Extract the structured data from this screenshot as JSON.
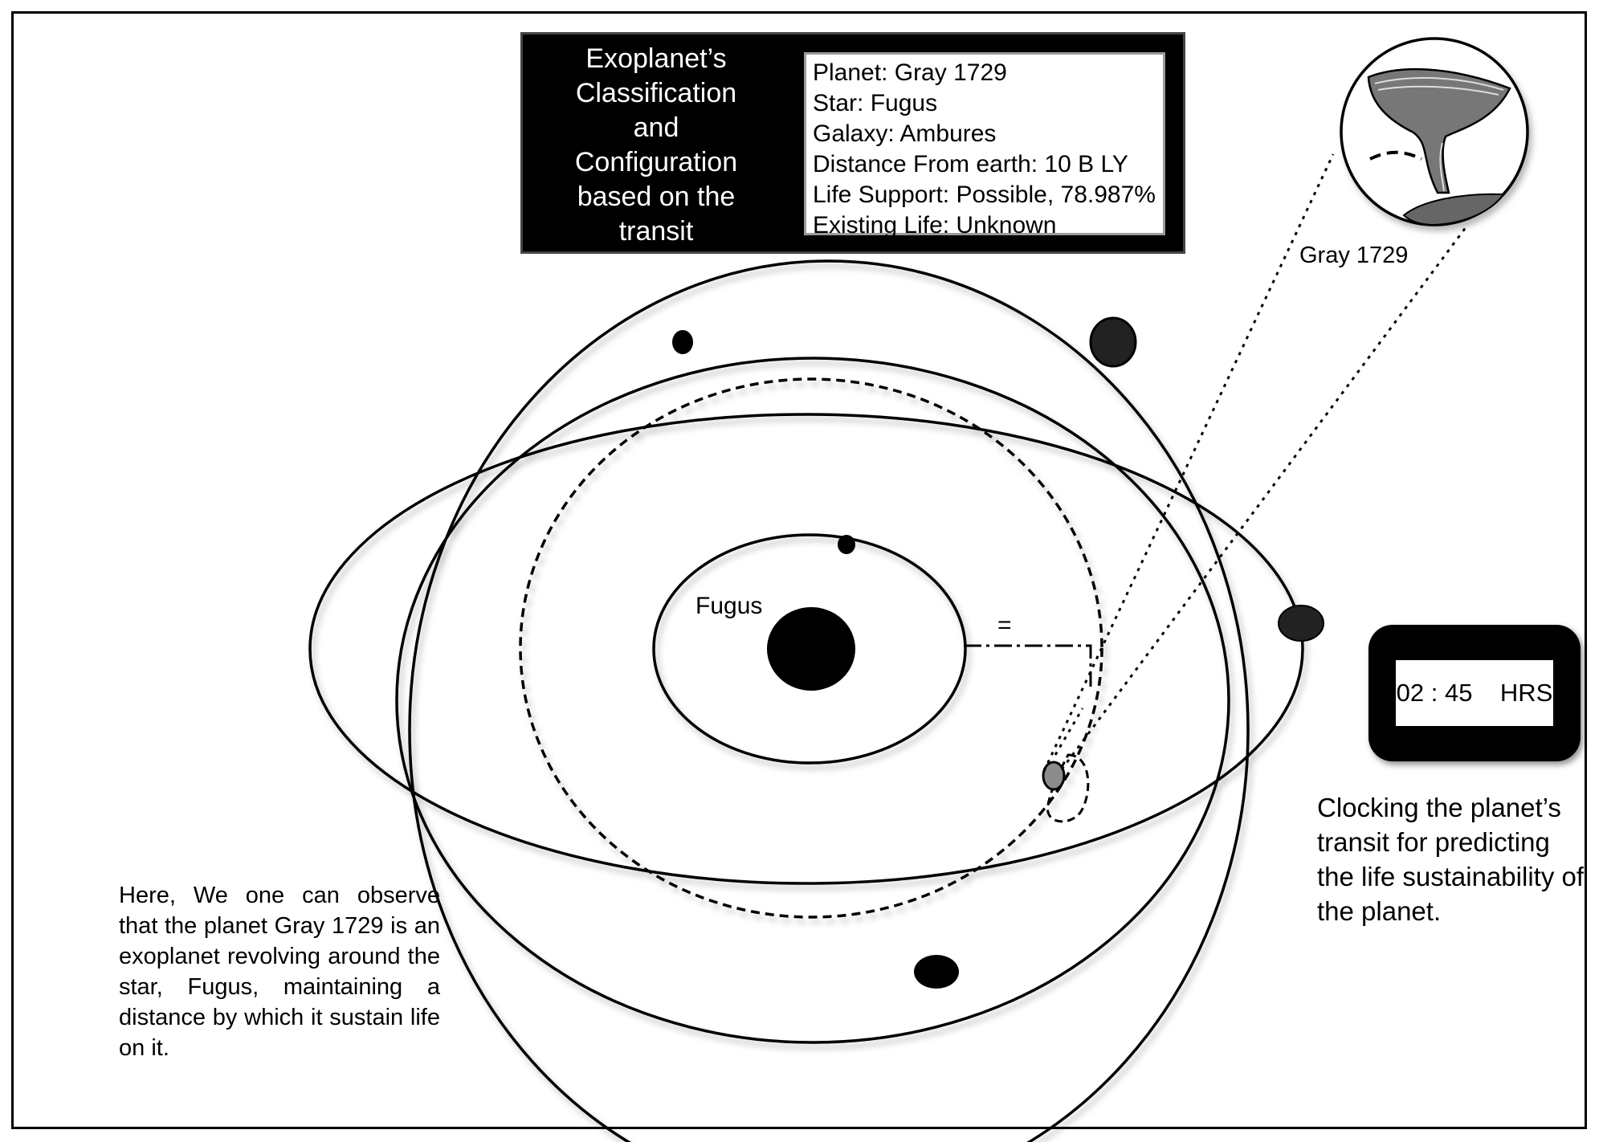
{
  "info_box": {
    "title": "Exoplanet’s\nClassification\nand\nConfiguration\nbased on the\ntransit",
    "rows": [
      "Planet: Gray 1729",
      "Star: Fugus",
      "Galaxy: Ambures",
      "Distance From earth: 10 B LY",
      "Life Support: Possible, 78.987%",
      "Existing Life: Unknown"
    ]
  },
  "labels": {
    "star": "Fugus",
    "equals": "=",
    "planet": "Gray 1729"
  },
  "timer": {
    "display": "02 : 45    HRS"
  },
  "captions": {
    "left": "Here, We one can observe that the planet Gray 1729 is an exoplanet revolving around the star, Fugus, maintaining a distance by which it sustain life on it.",
    "right": "Clocking the planet’s transit for predicting the life sustainability of the planet."
  },
  "colors": {
    "stroke": "#000000",
    "planet_dark": "#222222",
    "planet_gray": "#8c8c8c",
    "fill_gray": "#777777"
  }
}
